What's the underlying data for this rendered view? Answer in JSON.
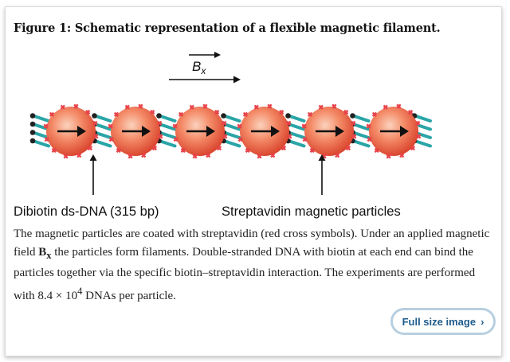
{
  "figure": {
    "title": "Figure 1: Schematic representation of a flexible magnetic filament.",
    "field_label_main": "B",
    "field_label_sub": "x",
    "label_left": "Dibiotin ds-DNA (315 bp)",
    "label_right": "Streptavidin magnetic particles",
    "particle_count": 6,
    "colors": {
      "particle": "#f07a5a",
      "particle_dark": "#d8412a",
      "cross": "#e8434a",
      "dna_teal": "#2aa5a7",
      "biotin": "#222222"
    }
  },
  "caption": {
    "p1": "The magnetic particles are coated with streptavidin (red cross symbols). Under an applied magnetic field ",
    "bx_main": "B",
    "bx_sub": "x",
    "p2": " the particles form filaments. Double-stranded DNA with biotin at each end can bind the particles together via the specific biotin–streptavidin interaction. The experiments are performed with 8.4 × 10",
    "exp": "4",
    "p3": " DNAs per particle."
  },
  "button": {
    "label": "Full size image",
    "icon": "chevron-right-icon"
  }
}
